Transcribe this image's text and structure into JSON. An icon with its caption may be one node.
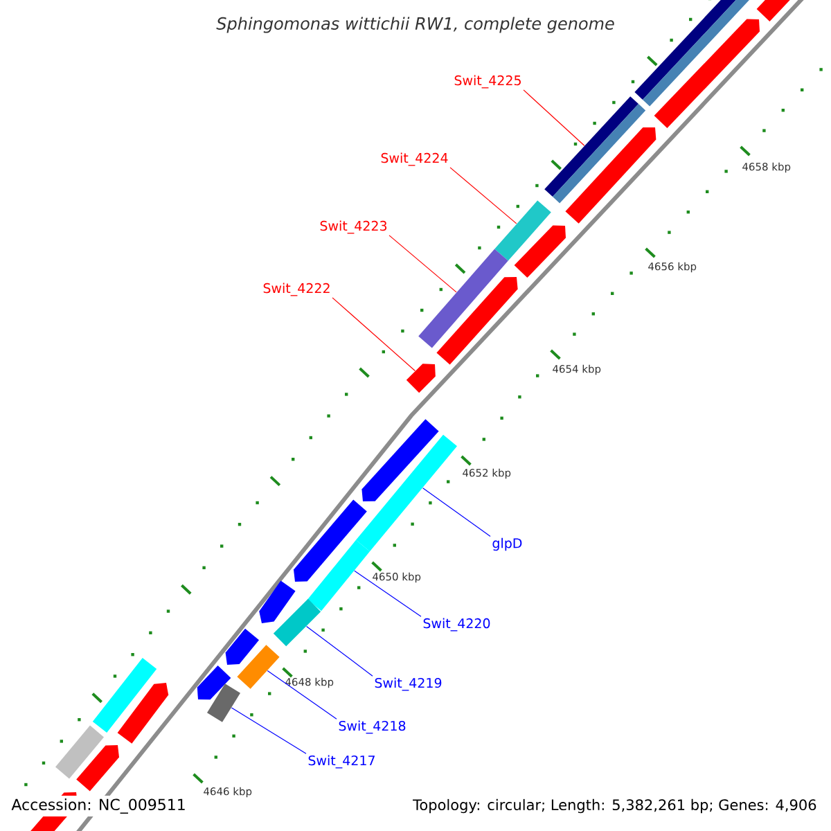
{
  "diagram": {
    "title": "Sphingomonas wittichii RW1, complete genome",
    "nodes": [
      {
        "text": [
          "Swit_4225"
        ]
      },
      {
        "text": [
          "Swit_4224"
        ]
      },
      {
        "text": [
          "Swit_4223"
        ]
      },
      {
        "text": [
          "Swit_4222"
        ]
      },
      {
        "text": [
          "glpD"
        ]
      },
      {
        "text": [
          "Swit_4220"
        ]
      },
      {
        "text": [
          "Swit_4219"
        ]
      },
      {
        "text": [
          "Swit_4218"
        ]
      },
      {
        "text": [
          "Swit_4217"
        ]
      },
      {
        "text": [],
        "shape": "bar"
      },
      {
        "text": [],
        "shape": "bar"
      },
      {
        "text": [],
        "shape": "pentagon"
      },
      {
        "text": [],
        "shape": "bar"
      },
      {
        "text": [],
        "shape": "pentagon"
      },
      {
        "text": [],
        "shape": "bar"
      },
      {
        "text": [],
        "shape": "pentagon"
      },
      {
        "text": [],
        "shape": "bar"
      },
      {
        "text": [],
        "shape": "pentagon"
      },
      {
        "text": [],
        "shape": "pentagon"
      },
      {
        "text": [],
        "shape": "pentagon"
      },
      {
        "text": [],
        "shape": "bar"
      },
      {
        "text": [],
        "shape": "pentagon"
      },
      {
        "text": [],
        "shape": "bar"
      },
      {
        "text": [],
        "shape": "pentagon"
      },
      {
        "text": [],
        "shape": "bar"
      },
      {
        "text": [],
        "shape": "pentagon"
      },
      {
        "text": [],
        "shape": "bar"
      },
      {
        "text": [],
        "shape": "pentagon"
      },
      {
        "text": [],
        "shape": "bar"
      },
      {
        "text": [],
        "shape": "bar"
      },
      {
        "text": [],
        "shape": "pentagon"
      },
      {
        "text": [],
        "shape": "bar"
      },
      {
        "text": [],
        "shape": "pentagon"
      },
      {
        "text": [],
        "shape": "pentagon"
      }
    ],
    "edges": [
      {
        "from": 0,
        "to": 12,
        "arrow": "none",
        "color": "#ff0000"
      },
      {
        "from": 1,
        "to": 14,
        "arrow": "none",
        "color": "#ff0000"
      },
      {
        "from": 2,
        "to": 16,
        "arrow": "none",
        "color": "#ff0000"
      },
      {
        "from": 3,
        "to": 18,
        "arrow": "none",
        "color": "#ff0000"
      },
      {
        "from": 4,
        "to": 20,
        "arrow": "none"
      },
      {
        "from": 5,
        "to": 22,
        "arrow": "none"
      },
      {
        "from": 6,
        "to": 24,
        "arrow": "none"
      },
      {
        "from": 7,
        "to": 26,
        "arrow": "none"
      },
      {
        "from": 8,
        "to": 28,
        "arrow": "none"
      }
    ],
    "labels": [
      "4658 kbp",
      "4656 kbp",
      "4654 kbp",
      "4652 kbp",
      "4650 kbp",
      "4648 kbp",
      "4646 kbp",
      "Accession: NC_009511",
      "Topology: circular; Length: 5,382,261 bp; Genes: 4,906"
    ]
  }
}
